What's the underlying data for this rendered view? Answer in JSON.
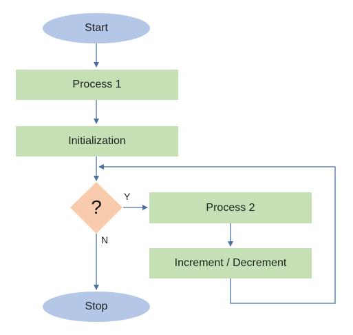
{
  "nodes": {
    "start": "Start",
    "process1": "Process 1",
    "initialization": "Initialization",
    "decision": "?",
    "process2": "Process 2",
    "increment": "Increment / Decrement",
    "stop": "Stop"
  },
  "edge_labels": {
    "yes": "Y",
    "no": "N"
  },
  "colors": {
    "terminal_fill": "#b4c7e7",
    "process_fill": "#c5e0b4",
    "decision_fill": "#f8cbad",
    "arrow": "#4a6fa5"
  }
}
